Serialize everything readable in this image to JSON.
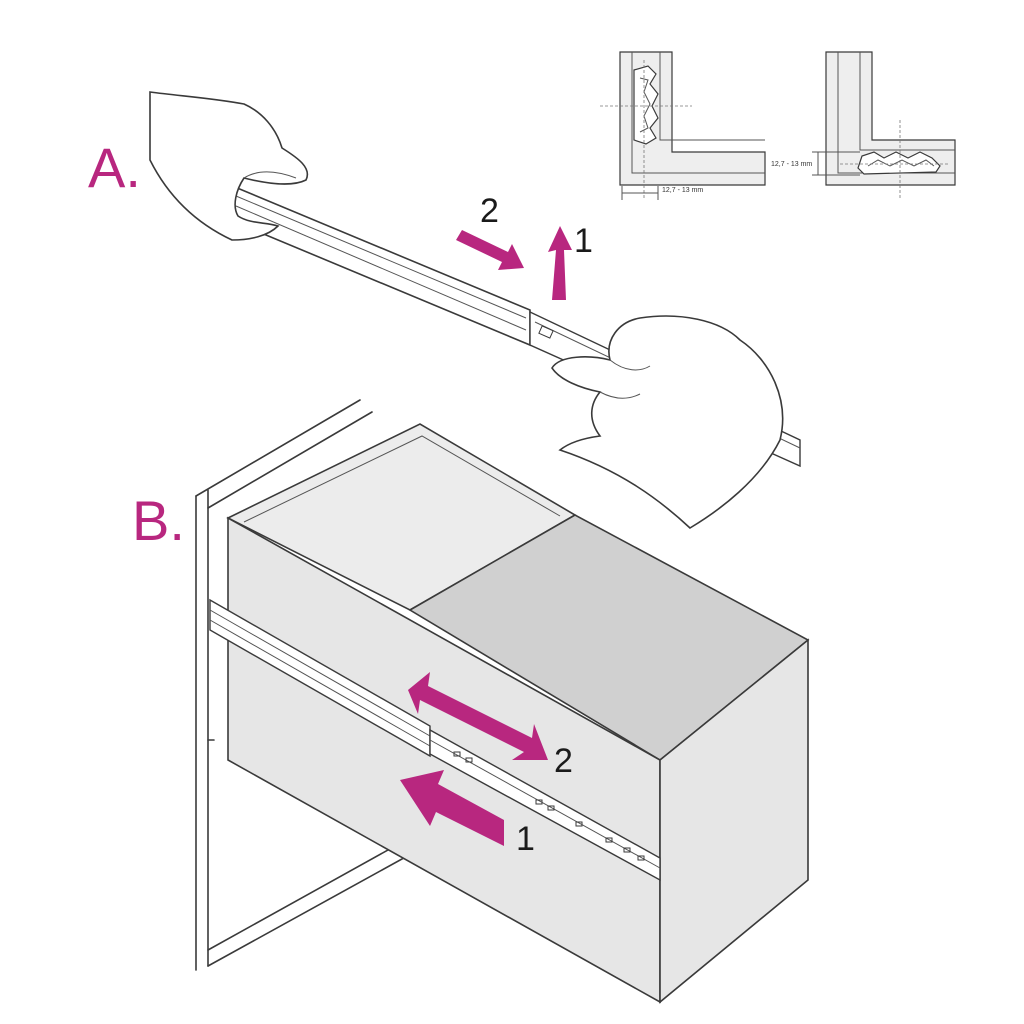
{
  "steps": {
    "a_label": "A.",
    "b_label": "B."
  },
  "numbers": {
    "a_step_2": "2",
    "a_step_1": "1",
    "b_step_2": "2",
    "b_step_1": "1"
  },
  "dimensions": {
    "side_gap": "12,7 - 13 mm",
    "bottom_gap": "12,7 - 13 mm"
  },
  "colors": {
    "accent": "#b8277f",
    "line": "#3a3a3a",
    "drawer_front": "#e6e6e6",
    "drawer_top_light": "#ececec",
    "drawer_top_dark": "#d0d0d0",
    "detail_fill": "#eeeeee"
  }
}
